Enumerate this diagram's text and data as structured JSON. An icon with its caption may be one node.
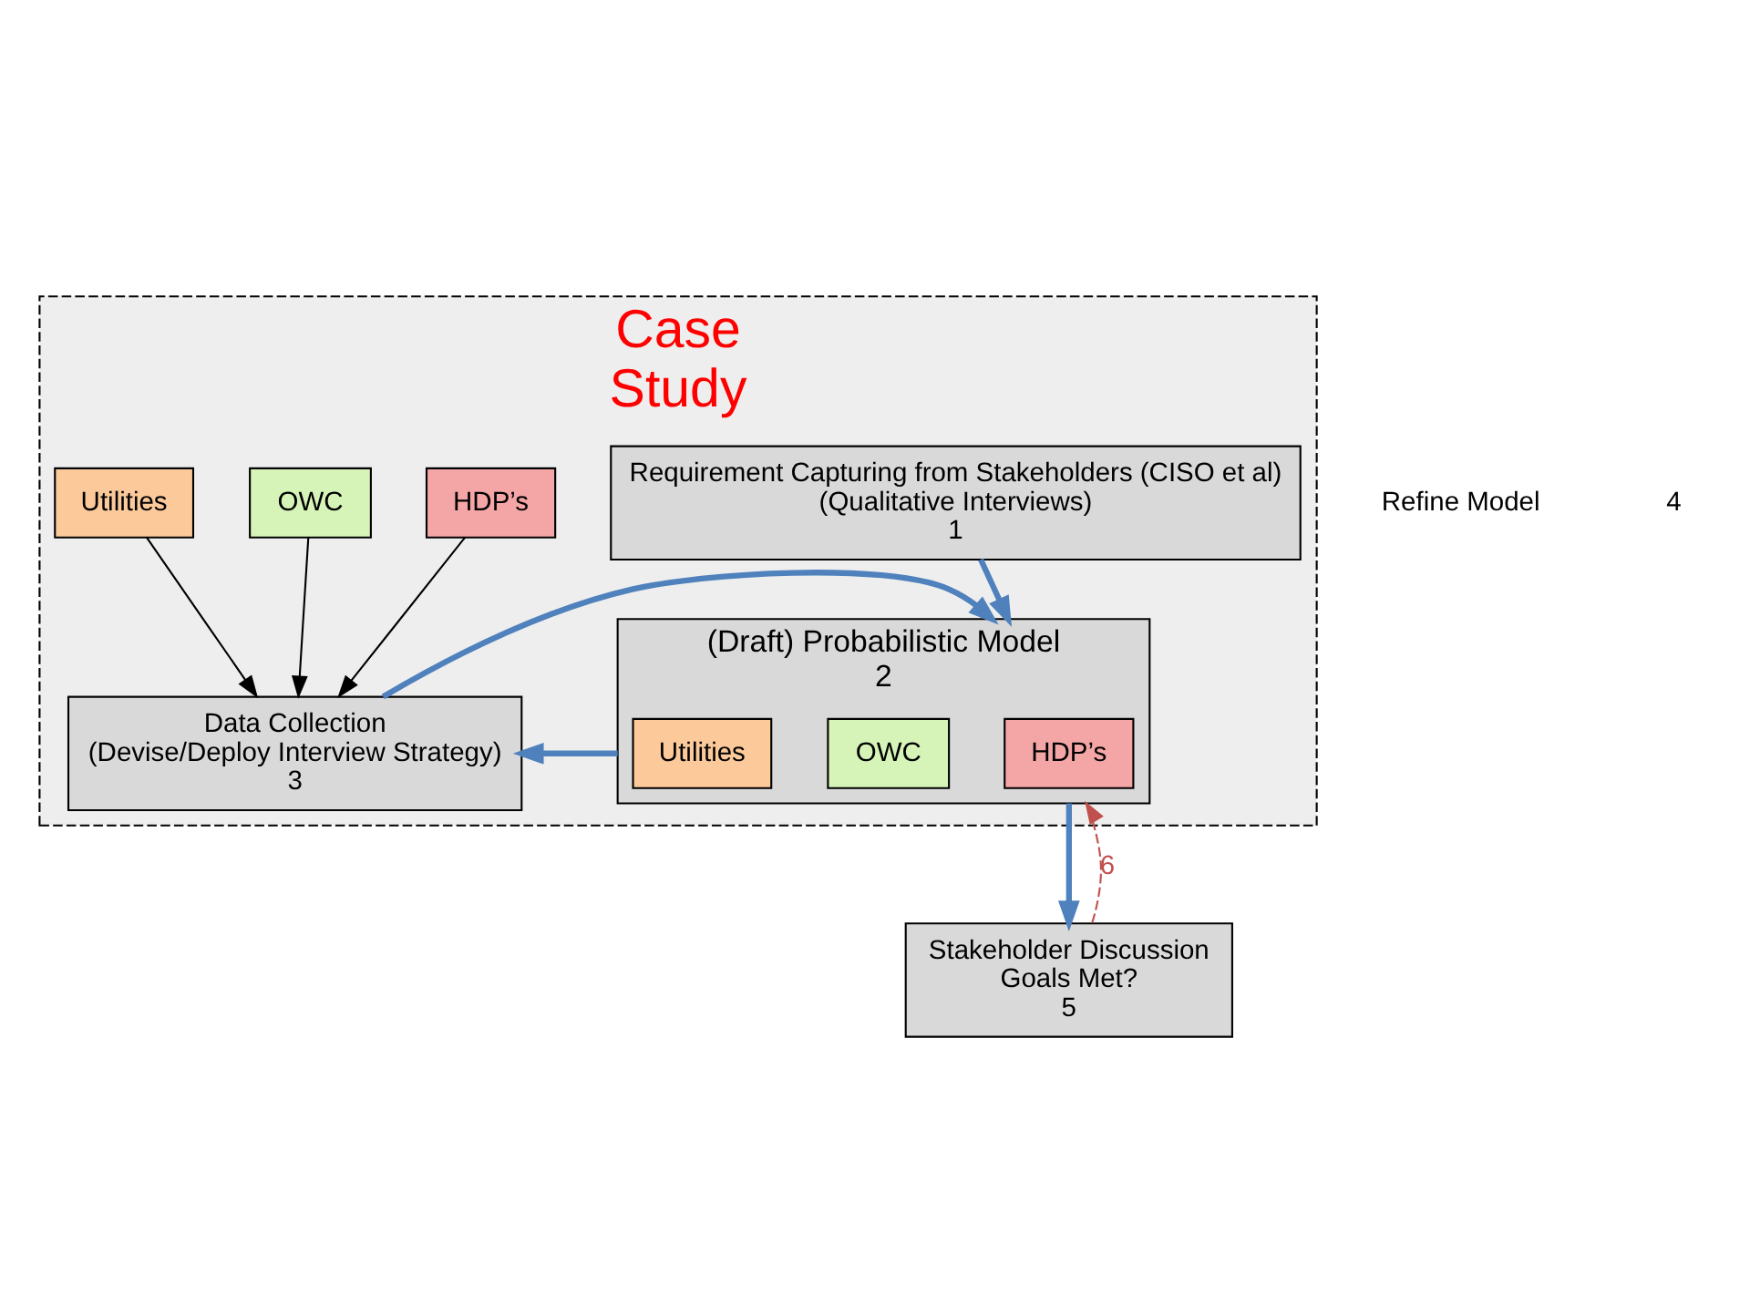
{
  "diagram": {
    "nodes": [
      {
        "text": [
          "Case",
          "Study"
        ]
      },
      {
        "text": [
          "Requirement Capturing from Stakeholders (CISO et al)",
          "(Qualitative Interviews)",
          "1"
        ],
        "in": 0
      },
      {
        "text": [
          "(Draft) Probabilistic Model",
          "2"
        ],
        "in": 0
      },
      {
        "text": [
          "HDP’s"
        ],
        "in": 2
      },
      {
        "text": [
          "OWC"
        ],
        "in": 2
      },
      {
        "text": [
          "Utilities"
        ],
        "in": 2
      },
      {
        "text": [
          "HDP’s"
        ],
        "in": 0
      },
      {
        "text": [
          "OWC"
        ],
        "in": 0
      },
      {
        "text": [
          "Utilities"
        ],
        "in": 0
      },
      {
        "text": [
          "Data Collection",
          "(Devise/Deploy Interview Strategy)",
          "3"
        ],
        "in": 0
      },
      {
        "text": [
          "Stakeholder Discussion",
          "Goals Met?",
          "5"
        ]
      }
    ],
    "edges": [
      {
        "from": 1,
        "to": 2,
        "arrow": "to",
        "style": "thick",
        "color": "#4f81bd"
      },
      {
        "from": 6,
        "to": 9,
        "arrow": "to",
        "color": "#000000"
      },
      {
        "from": 7,
        "to": 9,
        "arrow": "to",
        "color": "#000000"
      },
      {
        "from": 8,
        "to": 9,
        "arrow": "to",
        "color": "#000000"
      },
      {
        "from": 9,
        "to": 2,
        "arrow": "to",
        "style": "thick",
        "color": "#4f81bd"
      },
      {
        "from": 2,
        "to": 9,
        "arrow": "to",
        "style": "thick",
        "color": "#4f81bd"
      },
      {
        "from": 2,
        "to": 10,
        "arrow": "to",
        "style": "thick",
        "color": "#4f81bd"
      },
      {
        "from": 10,
        "to": 2,
        "arrow": "to",
        "label": "6",
        "style": "dashed",
        "color": "#c0504d"
      }
    ],
    "labels": [
      "Refine Model",
      "4"
    ]
  }
}
